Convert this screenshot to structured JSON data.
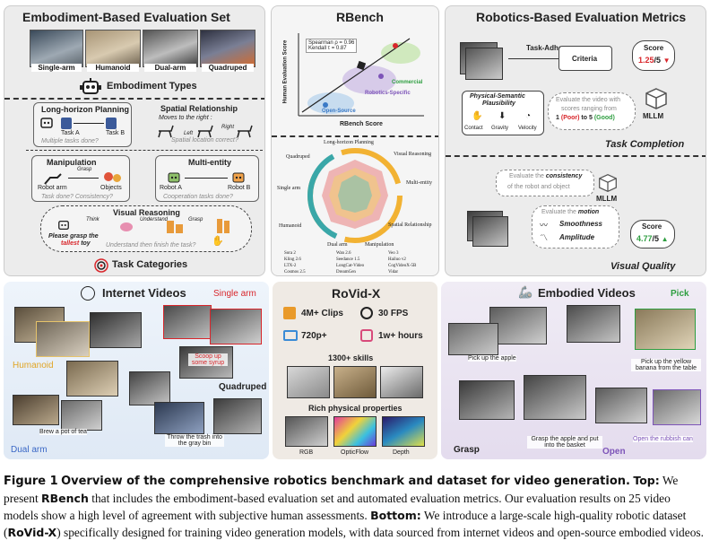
{
  "top_left": {
    "title": "Embodiment-Based Evaluation Set",
    "embodiments": [
      "Single-arm",
      "Humanoid",
      "Dual-arm",
      "Quadruped"
    ],
    "embodiment_types_label": "Embodiment Types",
    "long_horizon": {
      "title": "Long-horizon Planning",
      "task_a": "Task A",
      "task_b": "Task B",
      "question": "Multiple tasks done?"
    },
    "spatial": {
      "title": "Spatial Relationship",
      "moves": "Moves to the right :",
      "left": "Left",
      "right": "Right",
      "question": "Spatial location correct?"
    },
    "manipulation": {
      "title": "Manipulation",
      "grasp": "Grasp",
      "robot_arm": "Robot arm",
      "objects": "Objects",
      "question": "Task done? Consistency?"
    },
    "multi_entity": {
      "title": "Multi-entity",
      "robot_a": "Robot A",
      "robot_b": "Robot B",
      "question": "Cooperation tasks done?"
    },
    "visual_reasoning": {
      "title": "Visual Reasoning",
      "think": "Think",
      "understand": "Understand",
      "grasp": "Grasp",
      "prompt_pre": "Please grasp the",
      "prompt_em": "tallest",
      "prompt_post": "toy",
      "question": "Understand then finish the task?"
    },
    "task_categories_label": "Task Categories"
  },
  "rbench": {
    "title": "RBench",
    "ylabel": "Human Evaluation Score",
    "xlabel": "RBench Score",
    "stats_line1": "Spearman ρ = 0.96",
    "stats_line2": "Kendall τ = 0.87",
    "commercial_label": "Commercial",
    "robotics_label": "Robotics-Specific",
    "opensource_label": "Open-Source",
    "radar_axes": [
      "Long-horizon Planning",
      "Visual Reasoning",
      "Multi-entity",
      "Spatial Relationship",
      "Manipulation",
      "Dual arm",
      "Humanoid",
      "Single arm",
      "Quadruped"
    ],
    "legend": [
      "Sora 2",
      "Wan 2.6",
      "Veo 3",
      "Kling 2.6",
      "Seedance 1.5",
      "Hailuo v2",
      "LTX-2",
      "LongCat-Video",
      "CogVideoX-5B",
      "Cosmos 2.5",
      "DreamGen",
      "Vidar"
    ]
  },
  "metrics": {
    "title": "Robotics-Based Evaluation Metrics",
    "task_adherence": "Task-Adherence",
    "criteria": "Criteria",
    "score_label": "Score",
    "score_value": "1.25",
    "score_max": "/5",
    "physical_semantic": "Physical-Semantic",
    "plausibility": "Plausibility",
    "icons": [
      "Contact",
      "Gravity",
      "Velocity"
    ],
    "evaluate_text_1": "Evaluate the video with",
    "evaluate_text_2": "scores ranging from",
    "poor_num": "1",
    "poor_word": "(Poor)",
    "to_word": "to",
    "good_num": "5",
    "good_word": "(Good)",
    "mllm": "MLLM",
    "task_completion": "Task Completion",
    "consistency_1": "Evaluate the",
    "consistency_em": "consistency",
    "consistency_2": "of the robot and object",
    "mllm2": "MLLM",
    "motion_pre": "Evaluate the",
    "motion_em": "motion",
    "smoothness": "Smoothness",
    "amplitude": "Amplitude",
    "score2_label": "Score",
    "score2_value": "4.77",
    "score2_max": "/5",
    "visual_quality": "Visual Quality"
  },
  "internet": {
    "title": "Internet Videos",
    "single_arm": "Single arm",
    "humanoid": "Humanoid",
    "quadruped": "Quadruped",
    "dual_arm": "Dual arm",
    "captions": [
      "Scoop up some syrup",
      "Brew a pot of tea",
      "Throw the trash into the gray bin"
    ]
  },
  "rovid": {
    "title": "RoVid-X",
    "clips": "4M+ Clips",
    "fps": "30 FPS",
    "res": "720p+",
    "hours": "1w+ hours",
    "skills": "1300+ skills",
    "rich": "Rich physical properties",
    "modalities": [
      "RGB",
      "OpticFlow",
      "Depth"
    ]
  },
  "embodied": {
    "title": "Embodied Videos",
    "pick": "Pick",
    "grasp": "Grasp",
    "open": "Open",
    "captions": [
      "Pick up the apple",
      "Pick up the yellow banana from the table",
      "Grasp the apple and put into the basket",
      "Open the rubbish can"
    ]
  },
  "caption": {
    "fig": "Figure 1",
    "title": "Overview of the comprehensive robotics benchmark and dataset for video generation.",
    "top_label": "Top:",
    "top_text_1": "We present",
    "rbench": "RBench",
    "top_text_2": "that includes the embodiment-based evaluation set and automated evaluation metrics. Our evaluation results on 25 video models show a high level of agreement with subjective human assessments.",
    "bottom_label": "Bottom:",
    "bottom_text_1": "We introduce a large-scale high-quality robotic dataset (",
    "rovid": "RoVid-X",
    "bottom_text_2": ") specifically designed for training video generation models, with data sourced from internet videos and open-source embodied videos."
  },
  "colors": {
    "panel_bg": "#ececec",
    "red": "#d8262b",
    "green": "#2e9e40",
    "blue_panel": "#e9f2fb",
    "purple_panel": "#ede6f2",
    "rovid_bg": "#efeae4"
  }
}
